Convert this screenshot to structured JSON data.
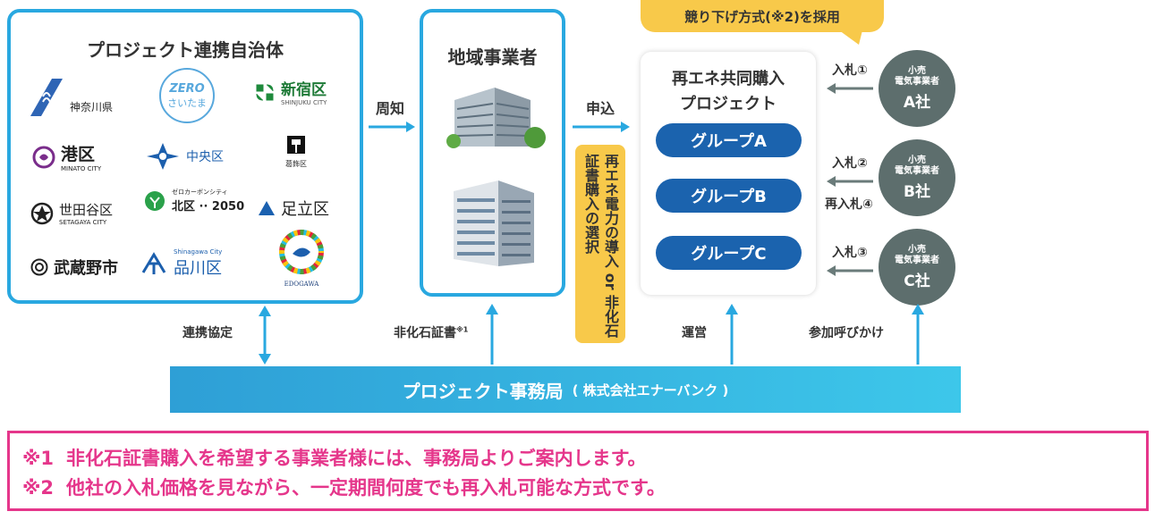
{
  "municipalities": {
    "title": "プロジェクト連携自治体",
    "logos": {
      "kanagawa": "神奈川県",
      "saitama": "さいたま",
      "saitama_zero": "ZERO",
      "shinjuku": "新宿区",
      "shinjuku_en": "SHINJUKU CITY",
      "minato": "港区",
      "minato_en": "MINATO CITY",
      "chuo": "中央区",
      "katsushika": "葛飾区",
      "setagaya": "世田谷区",
      "setagaya_en": "SETAGAYA CITY",
      "kita": "北区 ·· 2050",
      "kita_small": "ゼロカーボンシティ",
      "adachi": "足立区",
      "musashino": "武蔵野市",
      "shinagawa": "品川区",
      "shinagawa_en": "Shinagawa City",
      "edogawa": "EDOGAWA"
    }
  },
  "arrows": {
    "notify": "周知",
    "apply": "申込",
    "cooperation": "連携協定",
    "cert": "非化石証書",
    "cert_sup": "※1",
    "operate": "運営",
    "call": "参加呼びかけ"
  },
  "operators": {
    "title": "地域事業者"
  },
  "choice_text": "再エネ電力の導入 or 非化石証書購入の選択",
  "project": {
    "title_line1": "再エネ共同購入",
    "title_line2": "プロジェクト",
    "groups": [
      "グループA",
      "グループB",
      "グループC"
    ]
  },
  "auction_badge": "競り下げ方式(※2)を採用",
  "bids": {
    "b1": "入札①",
    "b2": "入札②",
    "rebid": "再入札④",
    "b3": "入札③"
  },
  "companies": [
    {
      "small1": "小売",
      "small2": "電気事業者",
      "name": "A社"
    },
    {
      "small1": "小売",
      "small2": "電気事業者",
      "name": "B社"
    },
    {
      "small1": "小売",
      "small2": "電気事業者",
      "name": "C社"
    }
  ],
  "secretariat": {
    "main": "プロジェクト事務局",
    "sub": "( 株式会社エナーバンク )"
  },
  "notes": [
    {
      "mark": "※1",
      "text": "非化石証書購入を希望する事業者様には、事務局よりご案内します。"
    },
    {
      "mark": "※2",
      "text": "他社の入札価格を見ながら、一定期間何度でも再入札可能な方式です。"
    }
  ],
  "colors": {
    "blue_border": "#29a8e0",
    "group_blue": "#1b63ae",
    "company_gray": "#5d6e6d",
    "yellow": "#f8c94a",
    "pink": "#e5368b"
  }
}
